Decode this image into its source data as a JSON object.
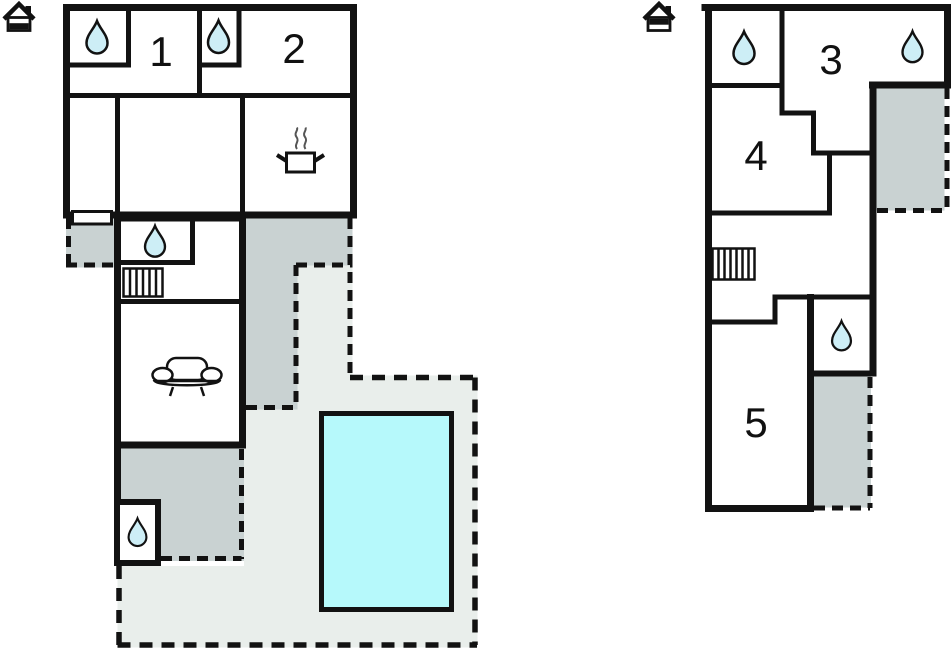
{
  "plan_type": "floor-plan",
  "colors": {
    "wall": "#121212",
    "terrace": "#c9d2d2",
    "patio": "#e9eeeb",
    "pool": "#b6f9fb",
    "drop": "#cdeef6",
    "steam": "#555555",
    "bg": "#ffffff"
  },
  "ground_floor": {
    "name": "ground-floor-plan",
    "indicator_icon": "house-ground-floor-icon",
    "rooms": [
      {
        "id": "room-1",
        "label": "1"
      },
      {
        "id": "room-2",
        "label": "2"
      }
    ],
    "icons": [
      "water-drop-icon",
      "water-drop-icon",
      "cooking-pot-icon",
      "entrance-door",
      "water-drop-icon",
      "stairs-icon",
      "sofa-icon",
      "water-drop-icon",
      "swimming-pool",
      "terrace",
      "terrace",
      "terrace",
      "pool-patio"
    ]
  },
  "first_floor": {
    "name": "first-floor-plan",
    "indicator_icon": "house-first-floor-icon",
    "rooms": [
      {
        "id": "room-3",
        "label": "3"
      },
      {
        "id": "room-4",
        "label": "4"
      },
      {
        "id": "room-5",
        "label": "5"
      }
    ],
    "icons": [
      "water-drop-icon",
      "water-drop-icon",
      "stairs-icon",
      "water-drop-icon",
      "terrace",
      "terrace"
    ]
  }
}
